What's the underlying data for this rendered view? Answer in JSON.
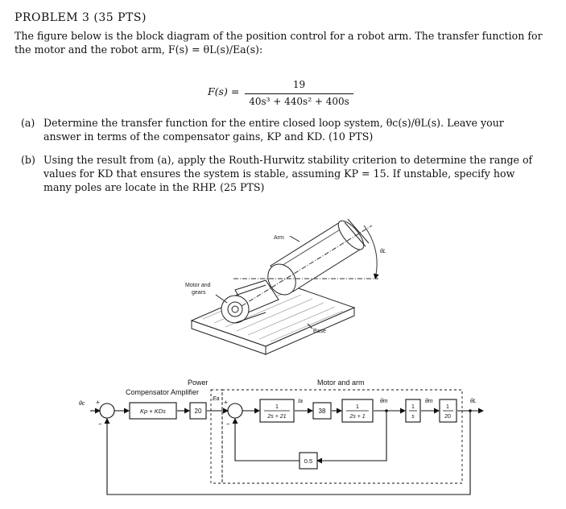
{
  "problem": {
    "heading": "PROBLEM 3 (35 PTS)",
    "intro": "The figure below is the block diagram of the position control for a robot arm. The transfer function for the motor and the robot arm, F(s) = θL(s)/Ea(s):"
  },
  "equation": {
    "lhs": "F(s) =",
    "numerator": "19",
    "denominator": "40s³ + 440s² + 400s"
  },
  "parts": [
    {
      "label": "(a)",
      "text": "Determine the transfer function for the entire closed loop system, θc(s)/θL(s). Leave your answer in terms of the compensator gains, KP and KD. (10 PTS)"
    },
    {
      "label": "(b)",
      "text": "Using the result from (a), apply the Routh-Hurwitz stability criterion to determine the range of values for KD that ensures the system is stable, assuming KP = 15. If unstable, specify how many poles are locate in the RHP. (25 PTS)"
    }
  ],
  "figure": {
    "arm_label": "Arm",
    "motor_label": "Motor and gears",
    "motor_label_line1": "Motor and",
    "motor_label_line2": "gears",
    "base_label": "Base",
    "angle_label": "θL",
    "power_label": "Power",
    "amplifier_label": "Compensator Amplifier",
    "motor_arm_label": "Motor and arm",
    "input_signal": "θc",
    "plus_sign": "+",
    "minus_sign": "−",
    "compensator_block": "Kp + KDs",
    "amplifier_block": "20",
    "ea_label": "Ea",
    "block_1_num": "1",
    "block_1_den": "2s + 21",
    "ia_label": "Ia",
    "block_38": "38",
    "block_2_num": "1",
    "block_2_den": "2s + 1",
    "omega_m_label": "θm",
    "block_3_num": "1",
    "block_3_den": "s",
    "theta_m_label": "θm",
    "block_4_num": "1",
    "block_4_den": "20",
    "output_label": "θL",
    "feedback_block": "0.5"
  }
}
